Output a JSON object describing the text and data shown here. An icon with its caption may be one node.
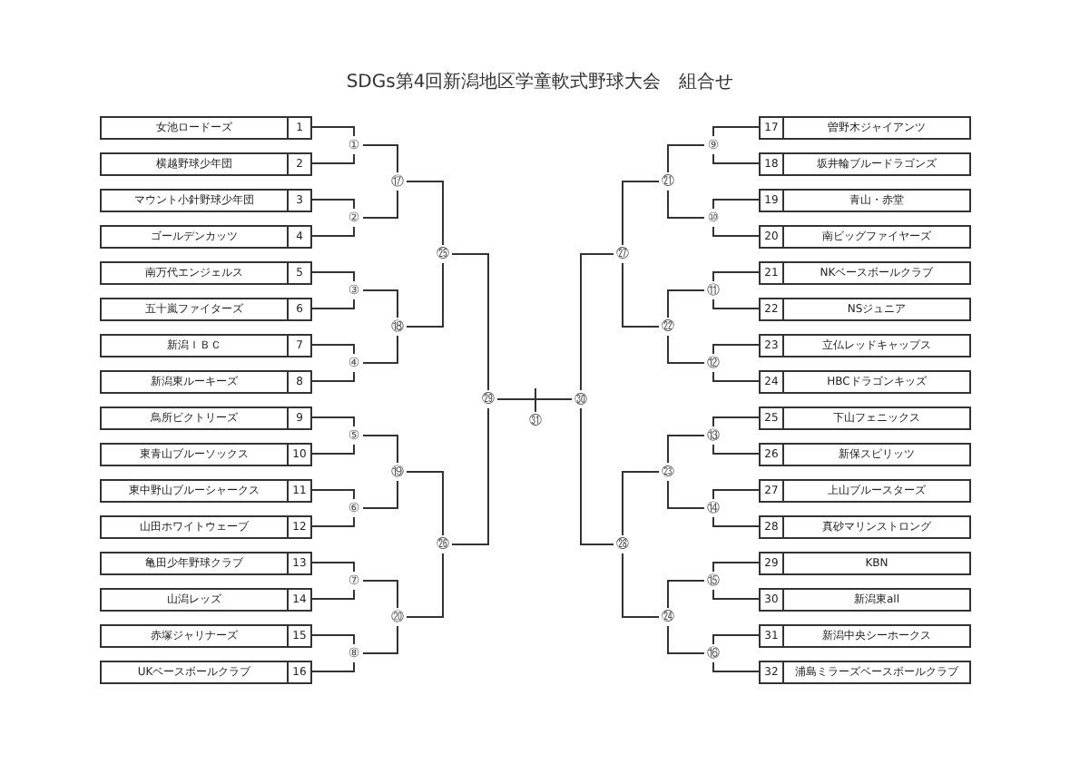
{
  "diagram": {
    "title": "SDGs第4回新潟地区学童軟式野球大会　組合せ",
    "nodes": [
      {
        "text": [
          "女池ロードーズ",
          "1"
        ]
      },
      {
        "text": [
          "横越野球少年団",
          "2"
        ]
      },
      {
        "text": [
          "マウント小針野球少年団",
          "3"
        ]
      },
      {
        "text": [
          "ゴールデンカッツ",
          "4"
        ]
      },
      {
        "text": [
          "南万代エンジェルス",
          "5"
        ]
      },
      {
        "text": [
          "五十嵐ファイターズ",
          "6"
        ]
      },
      {
        "text": [
          "新潟ＩＢＣ",
          "7"
        ]
      },
      {
        "text": [
          "新潟東ルーキーズ",
          "8"
        ]
      },
      {
        "text": [
          "鳥所ビクトリーズ",
          "9"
        ]
      },
      {
        "text": [
          "東青山ブルーソックス",
          "10"
        ]
      },
      {
        "text": [
          "東中野山ブルーシャークス",
          "11"
        ]
      },
      {
        "text": [
          "山田ホワイトウェーブ",
          "12"
        ]
      },
      {
        "text": [
          "亀田少年野球クラブ",
          "13"
        ]
      },
      {
        "text": [
          "山潟レッズ",
          "14"
        ]
      },
      {
        "text": [
          "赤塚ジャリナーズ",
          "15"
        ]
      },
      {
        "text": [
          "UKベースボールクラブ",
          "16"
        ]
      },
      {
        "text": [
          "17",
          "曽野木ジャイアンツ"
        ]
      },
      {
        "text": [
          "18",
          "坂井輪ブルードラゴンズ"
        ]
      },
      {
        "text": [
          "19",
          "青山・赤堂"
        ]
      },
      {
        "text": [
          "20",
          "南ビッグファイヤーズ"
        ]
      },
      {
        "text": [
          "21",
          "NKベースボールクラブ"
        ]
      },
      {
        "text": [
          "22",
          "NSジュニア"
        ]
      },
      {
        "text": [
          "23",
          "立仏レッドキャップス"
        ]
      },
      {
        "text": [
          "24",
          "HBCドラゴンキッズ"
        ]
      },
      {
        "text": [
          "25",
          "下山フェニックス"
        ]
      },
      {
        "text": [
          "26",
          "新保スピリッツ"
        ]
      },
      {
        "text": [
          "27",
          "上山ブルースターズ"
        ]
      },
      {
        "text": [
          "28",
          "真砂マリンストロング"
        ]
      },
      {
        "text": [
          "29",
          "KBN"
        ]
      },
      {
        "text": [
          "30",
          "新潟東all"
        ]
      },
      {
        "text": [
          "31",
          "新潟中央シーホークス"
        ]
      },
      {
        "text": [
          "32",
          "浦島ミラーズベースボールクラブ"
        ]
      },
      {
        "text": [
          "①"
        ]
      },
      {
        "text": [
          "②"
        ]
      },
      {
        "text": [
          "③"
        ]
      },
      {
        "text": [
          "④"
        ]
      },
      {
        "text": [
          "⑤"
        ]
      },
      {
        "text": [
          "⑥"
        ]
      },
      {
        "text": [
          "⑦"
        ]
      },
      {
        "text": [
          "⑧"
        ]
      },
      {
        "text": [
          "⑨"
        ]
      },
      {
        "text": [
          "⑩"
        ]
      },
      {
        "text": [
          "⑪"
        ]
      },
      {
        "text": [
          "⑫"
        ]
      },
      {
        "text": [
          "⑬"
        ]
      },
      {
        "text": [
          "⑭"
        ]
      },
      {
        "text": [
          "⑮"
        ]
      },
      {
        "text": [
          "⑯"
        ]
      },
      {
        "text": [
          "⑰"
        ]
      },
      {
        "text": [
          "⑱"
        ]
      },
      {
        "text": [
          "⑲"
        ]
      },
      {
        "text": [
          "⑳"
        ]
      },
      {
        "text": [
          "㉑"
        ]
      },
      {
        "text": [
          "㉒"
        ]
      },
      {
        "text": [
          "㉓"
        ]
      },
      {
        "text": [
          "㉔"
        ]
      },
      {
        "text": [
          "㉕"
        ]
      },
      {
        "text": [
          "㉖"
        ]
      },
      {
        "text": [
          "㉗"
        ]
      },
      {
        "text": [
          "㉘"
        ]
      },
      {
        "text": [
          "㉙"
        ]
      },
      {
        "text": [
          "㉚"
        ]
      },
      {
        "text": [
          "㉛"
        ]
      }
    ],
    "edges": [
      {
        "from": 0,
        "to": 32,
        "arrow": "none"
      },
      {
        "from": 1,
        "to": 32,
        "arrow": "none"
      },
      {
        "from": 2,
        "to": 33,
        "arrow": "none"
      },
      {
        "from": 3,
        "to": 33,
        "arrow": "none"
      },
      {
        "from": 4,
        "to": 34,
        "arrow": "none"
      },
      {
        "from": 5,
        "to": 34,
        "arrow": "none"
      },
      {
        "from": 6,
        "to": 35,
        "arrow": "none"
      },
      {
        "from": 7,
        "to": 35,
        "arrow": "none"
      },
      {
        "from": 8,
        "to": 36,
        "arrow": "none"
      },
      {
        "from": 9,
        "to": 36,
        "arrow": "none"
      },
      {
        "from": 10,
        "to": 37,
        "arrow": "none"
      },
      {
        "from": 11,
        "to": 37,
        "arrow": "none"
      },
      {
        "from": 12,
        "to": 38,
        "arrow": "none"
      },
      {
        "from": 13,
        "to": 38,
        "arrow": "none"
      },
      {
        "from": 14,
        "to": 39,
        "arrow": "none"
      },
      {
        "from": 15,
        "to": 39,
        "arrow": "none"
      },
      {
        "from": 16,
        "to": 40,
        "arrow": "none"
      },
      {
        "from": 17,
        "to": 40,
        "arrow": "none"
      },
      {
        "from": 18,
        "to": 41,
        "arrow": "none"
      },
      {
        "from": 19,
        "to": 41,
        "arrow": "none"
      },
      {
        "from": 20,
        "to": 42,
        "arrow": "none"
      },
      {
        "from": 21,
        "to": 42,
        "arrow": "none"
      },
      {
        "from": 22,
        "to": 43,
        "arrow": "none"
      },
      {
        "from": 23,
        "to": 43,
        "arrow": "none"
      },
      {
        "from": 24,
        "to": 44,
        "arrow": "none"
      },
      {
        "from": 25,
        "to": 44,
        "arrow": "none"
      },
      {
        "from": 26,
        "to": 45,
        "arrow": "none"
      },
      {
        "from": 27,
        "to": 45,
        "arrow": "none"
      },
      {
        "from": 28,
        "to": 46,
        "arrow": "none"
      },
      {
        "from": 29,
        "to": 46,
        "arrow": "none"
      },
      {
        "from": 30,
        "to": 47,
        "arrow": "none"
      },
      {
        "from": 31,
        "to": 47,
        "arrow": "none"
      },
      {
        "from": 32,
        "to": 48,
        "arrow": "none"
      },
      {
        "from": 33,
        "to": 48,
        "arrow": "none"
      },
      {
        "from": 34,
        "to": 49,
        "arrow": "none"
      },
      {
        "from": 35,
        "to": 49,
        "arrow": "none"
      },
      {
        "from": 36,
        "to": 50,
        "arrow": "none"
      },
      {
        "from": 37,
        "to": 50,
        "arrow": "none"
      },
      {
        "from": 38,
        "to": 51,
        "arrow": "none"
      },
      {
        "from": 39,
        "to": 51,
        "arrow": "none"
      },
      {
        "from": 40,
        "to": 52,
        "arrow": "none"
      },
      {
        "from": 41,
        "to": 52,
        "arrow": "none"
      },
      {
        "from": 42,
        "to": 53,
        "arrow": "none"
      },
      {
        "from": 43,
        "to": 53,
        "arrow": "none"
      },
      {
        "from": 44,
        "to": 54,
        "arrow": "none"
      },
      {
        "from": 45,
        "to": 54,
        "arrow": "none"
      },
      {
        "from": 46,
        "to": 55,
        "arrow": "none"
      },
      {
        "from": 47,
        "to": 55,
        "arrow": "none"
      },
      {
        "from": 48,
        "to": 56,
        "arrow": "none"
      },
      {
        "from": 49,
        "to": 56,
        "arrow": "none"
      },
      {
        "from": 50,
        "to": 57,
        "arrow": "none"
      },
      {
        "from": 51,
        "to": 57,
        "arrow": "none"
      },
      {
        "from": 52,
        "to": 58,
        "arrow": "none"
      },
      {
        "from": 53,
        "to": 58,
        "arrow": "none"
      },
      {
        "from": 54,
        "to": 59,
        "arrow": "none"
      },
      {
        "from": 55,
        "to": 59,
        "arrow": "none"
      },
      {
        "from": 56,
        "to": 60,
        "arrow": "none"
      },
      {
        "from": 57,
        "to": 60,
        "arrow": "none"
      },
      {
        "from": 58,
        "to": 61,
        "arrow": "none"
      },
      {
        "from": 59,
        "to": 61,
        "arrow": "none"
      },
      {
        "from": 60,
        "to": 62,
        "arrow": "none"
      },
      {
        "from": 61,
        "to": 62,
        "arrow": "none"
      }
    ]
  }
}
